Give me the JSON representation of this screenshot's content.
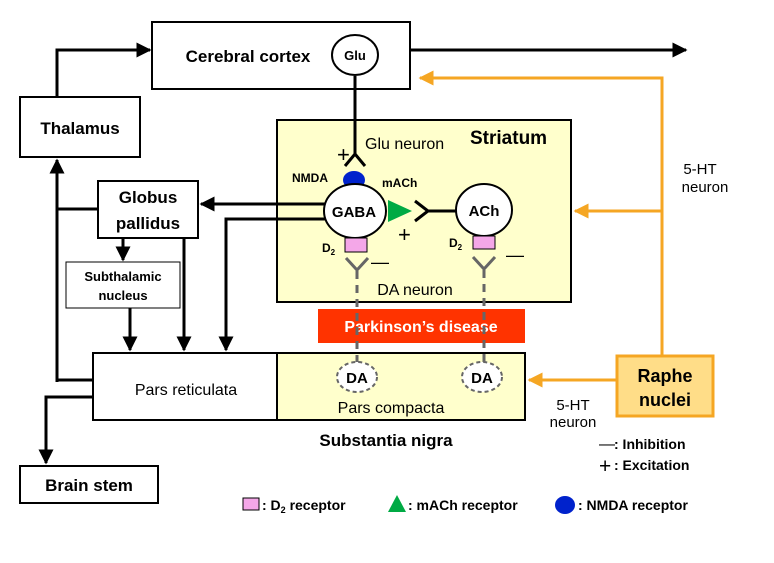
{
  "colors": {
    "striatum_fill": "#ffffcc",
    "serotonin": "#f5a623",
    "disease": "#ff3300",
    "nmda": "#0022cc",
    "mach": "#00aa44",
    "d2": "#f4a7e8",
    "dashed": "#666666",
    "raphe_fill": "#ffdd88"
  },
  "boxes": {
    "cerebral_cortex": "Cerebral cortex",
    "thalamus": "Thalamus",
    "globus_pallidus_line1": "Globus",
    "globus_pallidus_line2": "pallidus",
    "subthalamic_line1": "Subthalamic",
    "subthalamic_line2": "nucleus",
    "pars_reticulata": "Pars reticulata",
    "pars_compacta": "Pars compacta",
    "substantia_nigra": "Substantia nigra",
    "brain_stem": "Brain stem",
    "raphe_line1": "Raphe",
    "raphe_line2": "nuclei",
    "striatum": "Striatum",
    "parkinsons": "Parkinson’s  disease"
  },
  "nodes": {
    "glu": "Glu",
    "gaba": "GABA",
    "ach": "ACh",
    "da_left": "DA",
    "da_right": "DA"
  },
  "labels": {
    "glu_neuron": "Glu neuron",
    "da_neuron": "DA neuron",
    "nmda": "NMDA",
    "mach": "mACh",
    "d2_left_main": "D",
    "d2_left_sub": "2",
    "d2_right_main": "D",
    "d2_right_sub": "2",
    "serotonin_top_line1": "5-HT",
    "serotonin_top_line2": "neuron",
    "serotonin_bottom_line1": "5-HT",
    "serotonin_bottom_line2": "neuron",
    "plus_glu": "+",
    "plus_ach": "+",
    "minus_left": "—",
    "minus_right": "—"
  },
  "legend": {
    "inhibition_symbol": "—",
    "inhibition_text": ":  Inhibition",
    "excitation_symbol": "+",
    "excitation_text": ":  Excitation",
    "d2_text_prefix": ":  D",
    "d2_text_sub": "2",
    "d2_text_suffix": " receptor",
    "mach_text": ":  mACh receptor",
    "nmda_text": ":  NMDA receptor"
  }
}
